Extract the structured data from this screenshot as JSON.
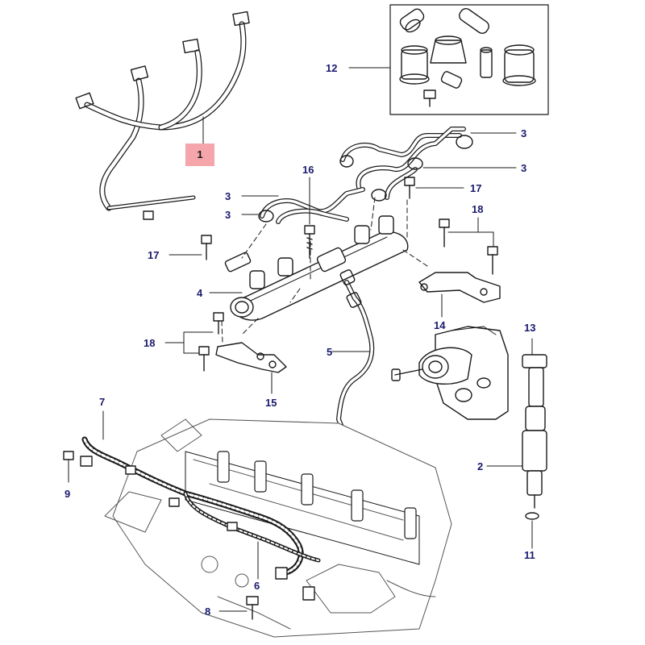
{
  "diagram": {
    "callouts": {
      "c1": "1",
      "c2": "2",
      "c3a": "3",
      "c3b": "3",
      "c3c": "3",
      "c3d": "3",
      "c4": "4",
      "c5": "5",
      "c6": "6",
      "c7": "7",
      "c8": "8",
      "c9": "9",
      "c11": "11",
      "c12": "12",
      "c13": "13",
      "c14": "14",
      "c15": "15",
      "c16": "16",
      "c17a": "17",
      "c17b": "17",
      "c18a": "18",
      "c18b": "18"
    },
    "highlight_color": "#f4a6aa",
    "callout_color": "#1a1a6e"
  }
}
